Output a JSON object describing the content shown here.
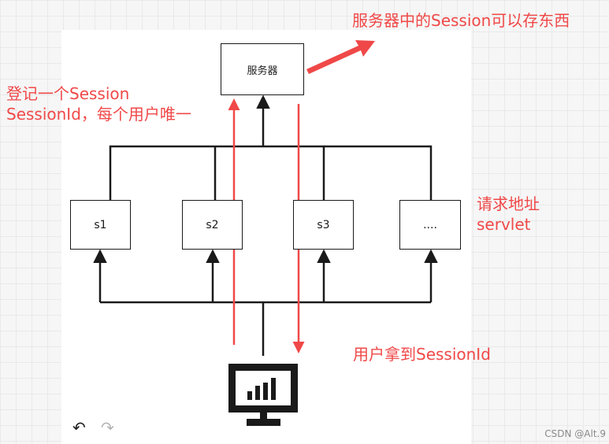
{
  "nodes": {
    "server": "服务器",
    "s1": "s1",
    "s2": "s2",
    "s3": "s3",
    "s4": "...."
  },
  "annotations": {
    "server_storage": "服务器中的Session可以存东西",
    "register_line1": "登记一个Session",
    "register_line2": "SessionId，每个用户唯一",
    "request_line1": "请求地址",
    "request_line2": "servlet",
    "user_gets_id": "用户拿到SessionId"
  },
  "toolbar": {
    "undo_icon": "undo-icon",
    "redo_icon": "redo-icon"
  },
  "watermark": "CSDN @Alt.9",
  "colors": {
    "annotation": "#f04848",
    "stroke": "#1a1a1a",
    "canvas": "#ffffff"
  }
}
